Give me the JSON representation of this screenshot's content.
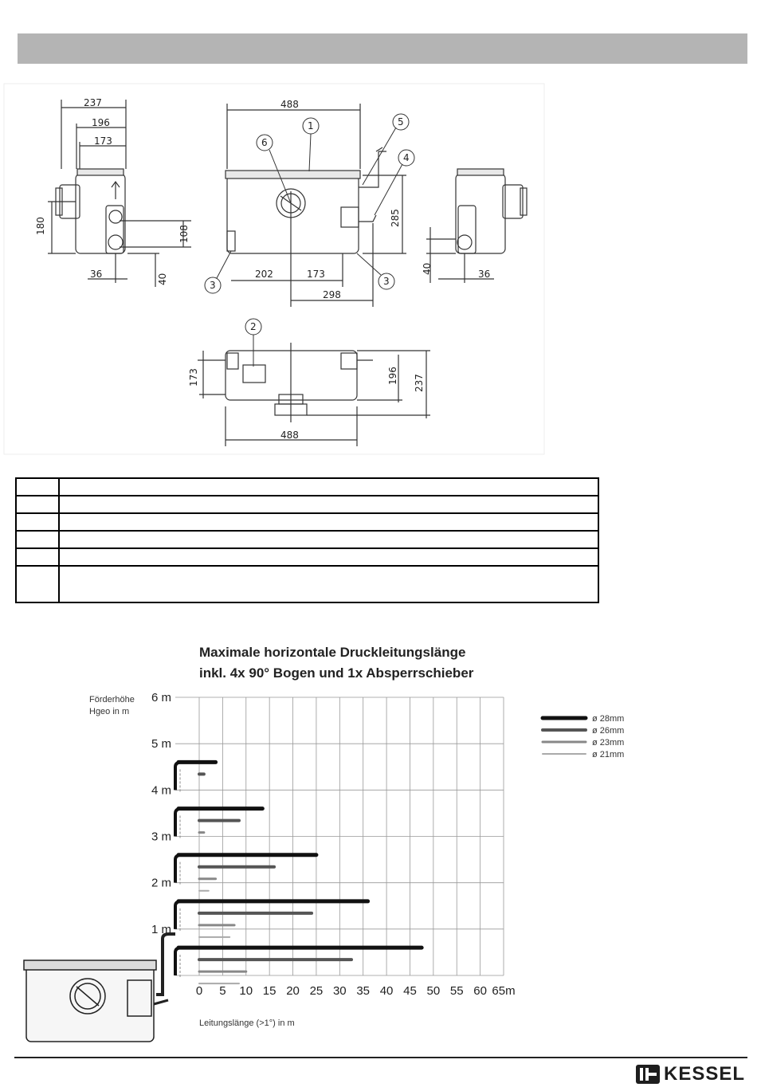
{
  "header": {
    "bar_color": "#b4b4b4"
  },
  "drawing": {
    "side_left": {
      "width_total": "237",
      "width_mid": "196",
      "width_inner": "173",
      "height_inlet": "180",
      "height_outlet": "108",
      "offset_bottom": "36",
      "offset_height": "40"
    },
    "front": {
      "width": "488",
      "height_right": "285",
      "seg_left": "202",
      "seg_mid": "173",
      "seg_right": "298"
    },
    "side_right": {
      "offset_height": "40",
      "offset_bottom": "36"
    },
    "top_view": {
      "width": "488",
      "depth_left": "173",
      "depth_mid": "196",
      "depth_total": "237"
    },
    "callouts": [
      "1",
      "2",
      "3",
      "3",
      "4",
      "5",
      "6"
    ]
  },
  "legend_rows": [
    "",
    "",
    "",
    "",
    "",
    ""
  ],
  "chart_data": {
    "type": "bar",
    "title": "Maximale horizontale Druckleitungslänge",
    "subtitle": "inkl. 4x 90° Bogen und 1x Absperrschieber",
    "ylabel": "Förderhöhe Hgeo in m",
    "xlabel": "Leitungslänge (>1°) in m",
    "y_ticks": [
      "1 m",
      "2 m",
      "3 m",
      "4 m",
      "5 m",
      "6 m"
    ],
    "x_ticks": [
      "0",
      "5",
      "10",
      "15",
      "20",
      "25",
      "30",
      "35",
      "40",
      "45",
      "50",
      "55",
      "60",
      "65m"
    ],
    "xlim": [
      0,
      65
    ],
    "ylim": [
      0,
      6
    ],
    "categories": [
      0,
      1,
      2,
      3,
      4
    ],
    "series": [
      {
        "name": "ø 28mm",
        "color": "#111111",
        "width": 5,
        "values": [
          47.5,
          36,
          25,
          13.5,
          3.5
        ]
      },
      {
        "name": "ø 26mm",
        "color": "#555555",
        "width": 4,
        "values": [
          32.5,
          24,
          16,
          8.5,
          1
        ]
      },
      {
        "name": "ø 23mm",
        "color": "#888888",
        "width": 3,
        "values": [
          10,
          7.5,
          3.5,
          1,
          null
        ]
      },
      {
        "name": "ø 21mm",
        "color": "#aaaaaa",
        "width": 2,
        "values": [
          8.5,
          6.5,
          2,
          null,
          null
        ]
      }
    ]
  },
  "brand": {
    "name": "KESSEL"
  }
}
